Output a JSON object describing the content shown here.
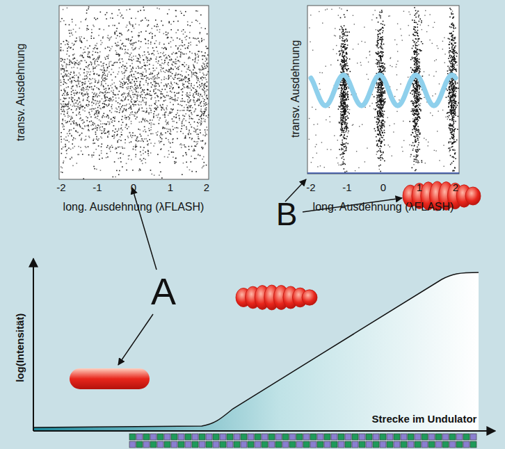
{
  "diagram": {
    "labels": [
      "transv. Ausdehnung",
      "-2",
      "-1",
      "0",
      "1",
      "2",
      "long. Ausdehnung (λFLASH)",
      "transv. Ausdehnung",
      "-2",
      "-1",
      "0",
      "1",
      "2",
      "long. Ausdehnung (λFLASH)",
      "A",
      "B",
      "log(Intensität)",
      "Strecke im Undulator"
    ]
  }
}
